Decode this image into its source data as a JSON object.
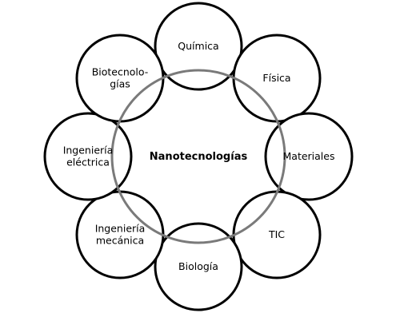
{
  "center": {
    "label": "Nanotecnologías"
  },
  "satellites": [
    {
      "id": "quimica",
      "lines": [
        "Química"
      ]
    },
    {
      "id": "fisica",
      "lines": [
        "Física"
      ]
    },
    {
      "id": "materiales",
      "lines": [
        "Materiales"
      ]
    },
    {
      "id": "tic",
      "lines": [
        "TIC"
      ]
    },
    {
      "id": "biologia",
      "lines": [
        "Biología"
      ]
    },
    {
      "id": "ingenieria-mecanica",
      "lines": [
        "Ingeniería",
        "mecánica"
      ]
    },
    {
      "id": "ingenieria-electrica",
      "lines": [
        "Ingeniería",
        "eléctrica"
      ]
    },
    {
      "id": "biotecnologias",
      "lines": [
        "Biotecnolo-",
        "gías"
      ]
    }
  ],
  "colors": {
    "satellite_stroke": "#000000",
    "center_stroke": "#7a7a7a",
    "background": "#ffffff"
  }
}
